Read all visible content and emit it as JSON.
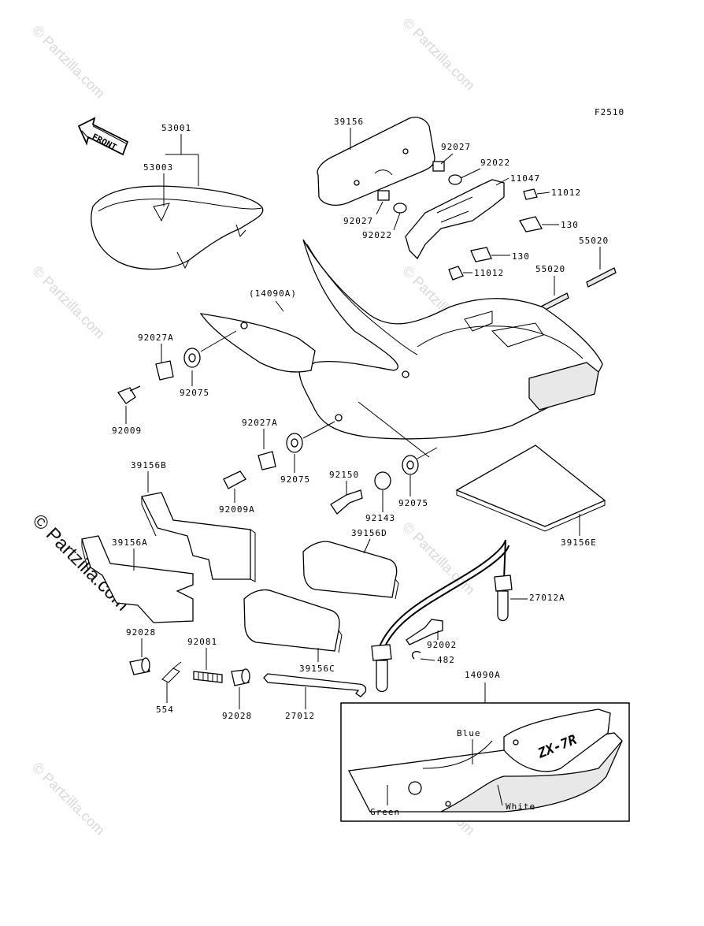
{
  "figure_code": "F2510",
  "front_label": "FRONT",
  "watermark": "© Partzilla.com",
  "inset": {
    "decal_text": "ZX-7R",
    "color_labels": {
      "blue": "Blue",
      "green": "Green",
      "white": "White"
    }
  },
  "parts": {
    "p53001": "53001",
    "p53003": "53003",
    "p39156": "39156",
    "p92027_a": "92027",
    "p92027_b": "92027",
    "p92022_a": "92022",
    "p92022_b": "92022",
    "p11047": "11047",
    "p11012_a": "11012",
    "p11012_b": "11012",
    "p130_a": "130",
    "p130_b": "130",
    "p55020_a": "55020",
    "p55020_b": "55020",
    "p14090A_paren": "(14090A)",
    "p92027A_a": "92027A",
    "p92075_a": "92075",
    "p92009": "92009",
    "p92027A_b": "92027A",
    "p92075_b": "92075",
    "p39156B": "39156B",
    "p92009A": "92009A",
    "p92150": "92150",
    "p92143": "92143",
    "p92075_c": "92075",
    "p39156E": "39156E",
    "p39156A": "39156A",
    "p39156D": "39156D",
    "p27012A": "27012A",
    "p92002": "92002",
    "p482": "482",
    "p39156C": "39156C",
    "p92028_a": "92028",
    "p92081": "92081",
    "p554": "554",
    "p92028_b": "92028",
    "p27012": "27012",
    "p14090A": "14090A"
  }
}
